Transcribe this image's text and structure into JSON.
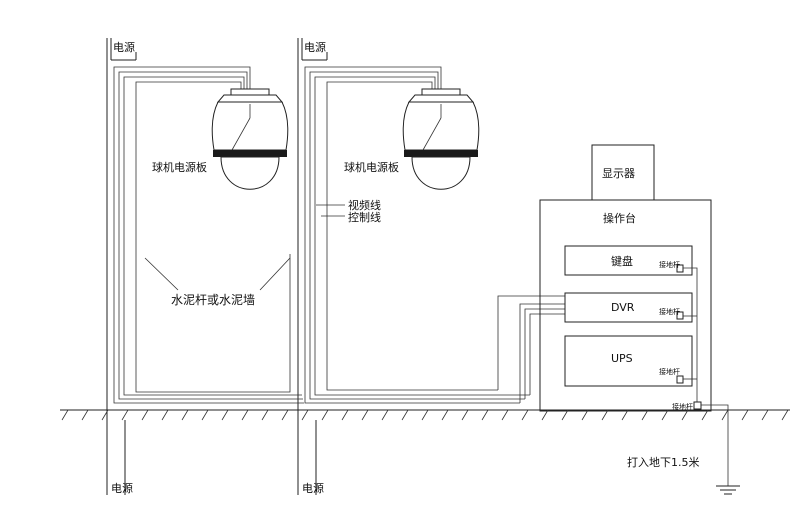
{
  "labels": {
    "power_left": "电源",
    "power_right": "电源",
    "power_bottom_left": "电源",
    "power_bottom_right": "电源",
    "dome_power_board_left": "球机电源板",
    "dome_power_board_right": "球机电源板",
    "video_cable": "视频线",
    "control_cable": "控制线",
    "pole_or_wall": "水泥杆或水泥墙",
    "monitor": "显示器",
    "console": "操作台",
    "keyboard": "键盘",
    "dvr": "DVR",
    "ups": "UPS",
    "ground_rod_keyboard": "接地杆",
    "ground_rod_dvr": "接地杆",
    "ground_rod_ups": "接地杆",
    "ground_rod_main": "接地杆",
    "ground_depth": "打入地下1.5米"
  },
  "icons": {
    "dome_camera": "dome-camera-icon",
    "earth_ground": "earth-ground-icon"
  },
  "colors": {
    "line": "#222222",
    "background": "#ffffff"
  }
}
